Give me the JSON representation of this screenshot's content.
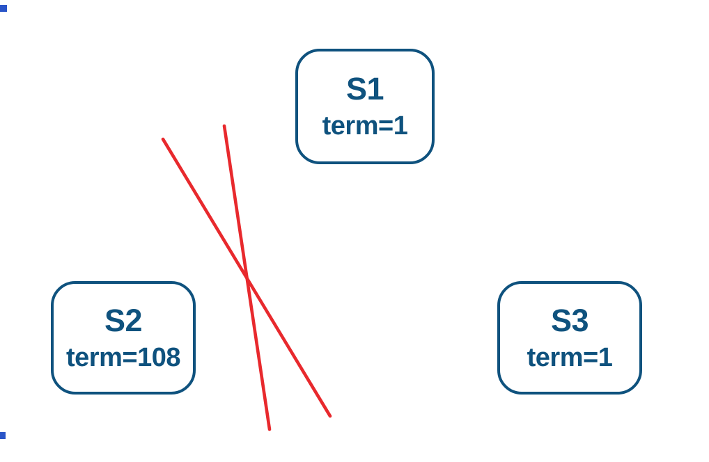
{
  "nodes": [
    {
      "name": "S1",
      "term": "term=1"
    },
    {
      "name": "S2",
      "term": "term=108"
    },
    {
      "name": "S3",
      "term": "term=1"
    }
  ],
  "colors": {
    "canvas_bg": "#ffffff",
    "node_border": "#0f527e",
    "node_text": "#0f527e",
    "partition_line": "#e8292d",
    "edge_marker": "#2a55c8"
  }
}
